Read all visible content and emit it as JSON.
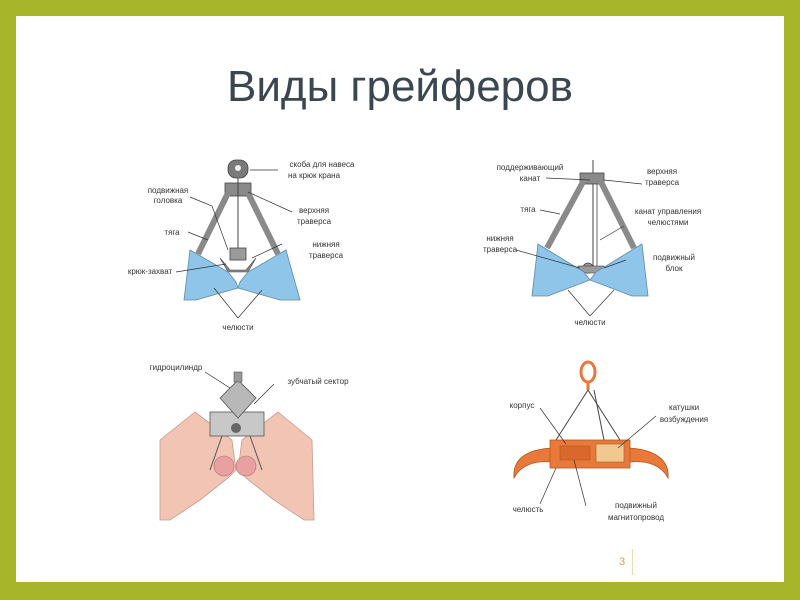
{
  "slide": {
    "title": "Виды грейферов",
    "page_number": "3"
  },
  "diagrams": {
    "d1": {
      "labels": {
        "hanger_line1": "скоба для навеса",
        "hanger_line2": "на крюк крана",
        "movable_head_line1": "подвижная",
        "movable_head_line2": "головка",
        "upper_traverse_line1": "верхняя",
        "upper_traverse_line2": "траверса",
        "rod": "тяга",
        "lower_traverse_line1": "нижняя",
        "lower_traverse_line2": "траверса",
        "hook_grip": "крюк-захват",
        "jaws": "челюсти"
      }
    },
    "d2": {
      "labels": {
        "support_rope_line1": "поддерживающий",
        "support_rope_line2": "канат",
        "upper_traverse_line1": "верхняя",
        "upper_traverse_line2": "траверса",
        "rod": "тяга",
        "control_rope_line1": "канат управления",
        "control_rope_line2": "челюстями",
        "lower_traverse_line1": "нижняя",
        "lower_traverse_line2": "траверса",
        "movable_block_line1": "подвижный",
        "movable_block_line2": "блок",
        "jaws": "челюсти"
      }
    },
    "d3": {
      "labels": {
        "hydrocylinder": "гидроцилиндр",
        "gear_sector": "зубчатый сектор"
      }
    },
    "d4": {
      "labels": {
        "body": "корпус",
        "coils_line1": "катушки",
        "coils_line2": "возбуждения",
        "jaw": "челюсть",
        "movable_line1": "подвижный",
        "movable_line2": "магнитопровод"
      }
    }
  },
  "colors": {
    "frame": "#a7b52a",
    "title": "#3a4650",
    "jaw_blue": "#8ec5e8",
    "metal_gray": "#8a8a8a",
    "hydraulic_pink": "#f2c4b4",
    "magnet_orange": "#e8793a",
    "page_number": "#e0a040"
  }
}
